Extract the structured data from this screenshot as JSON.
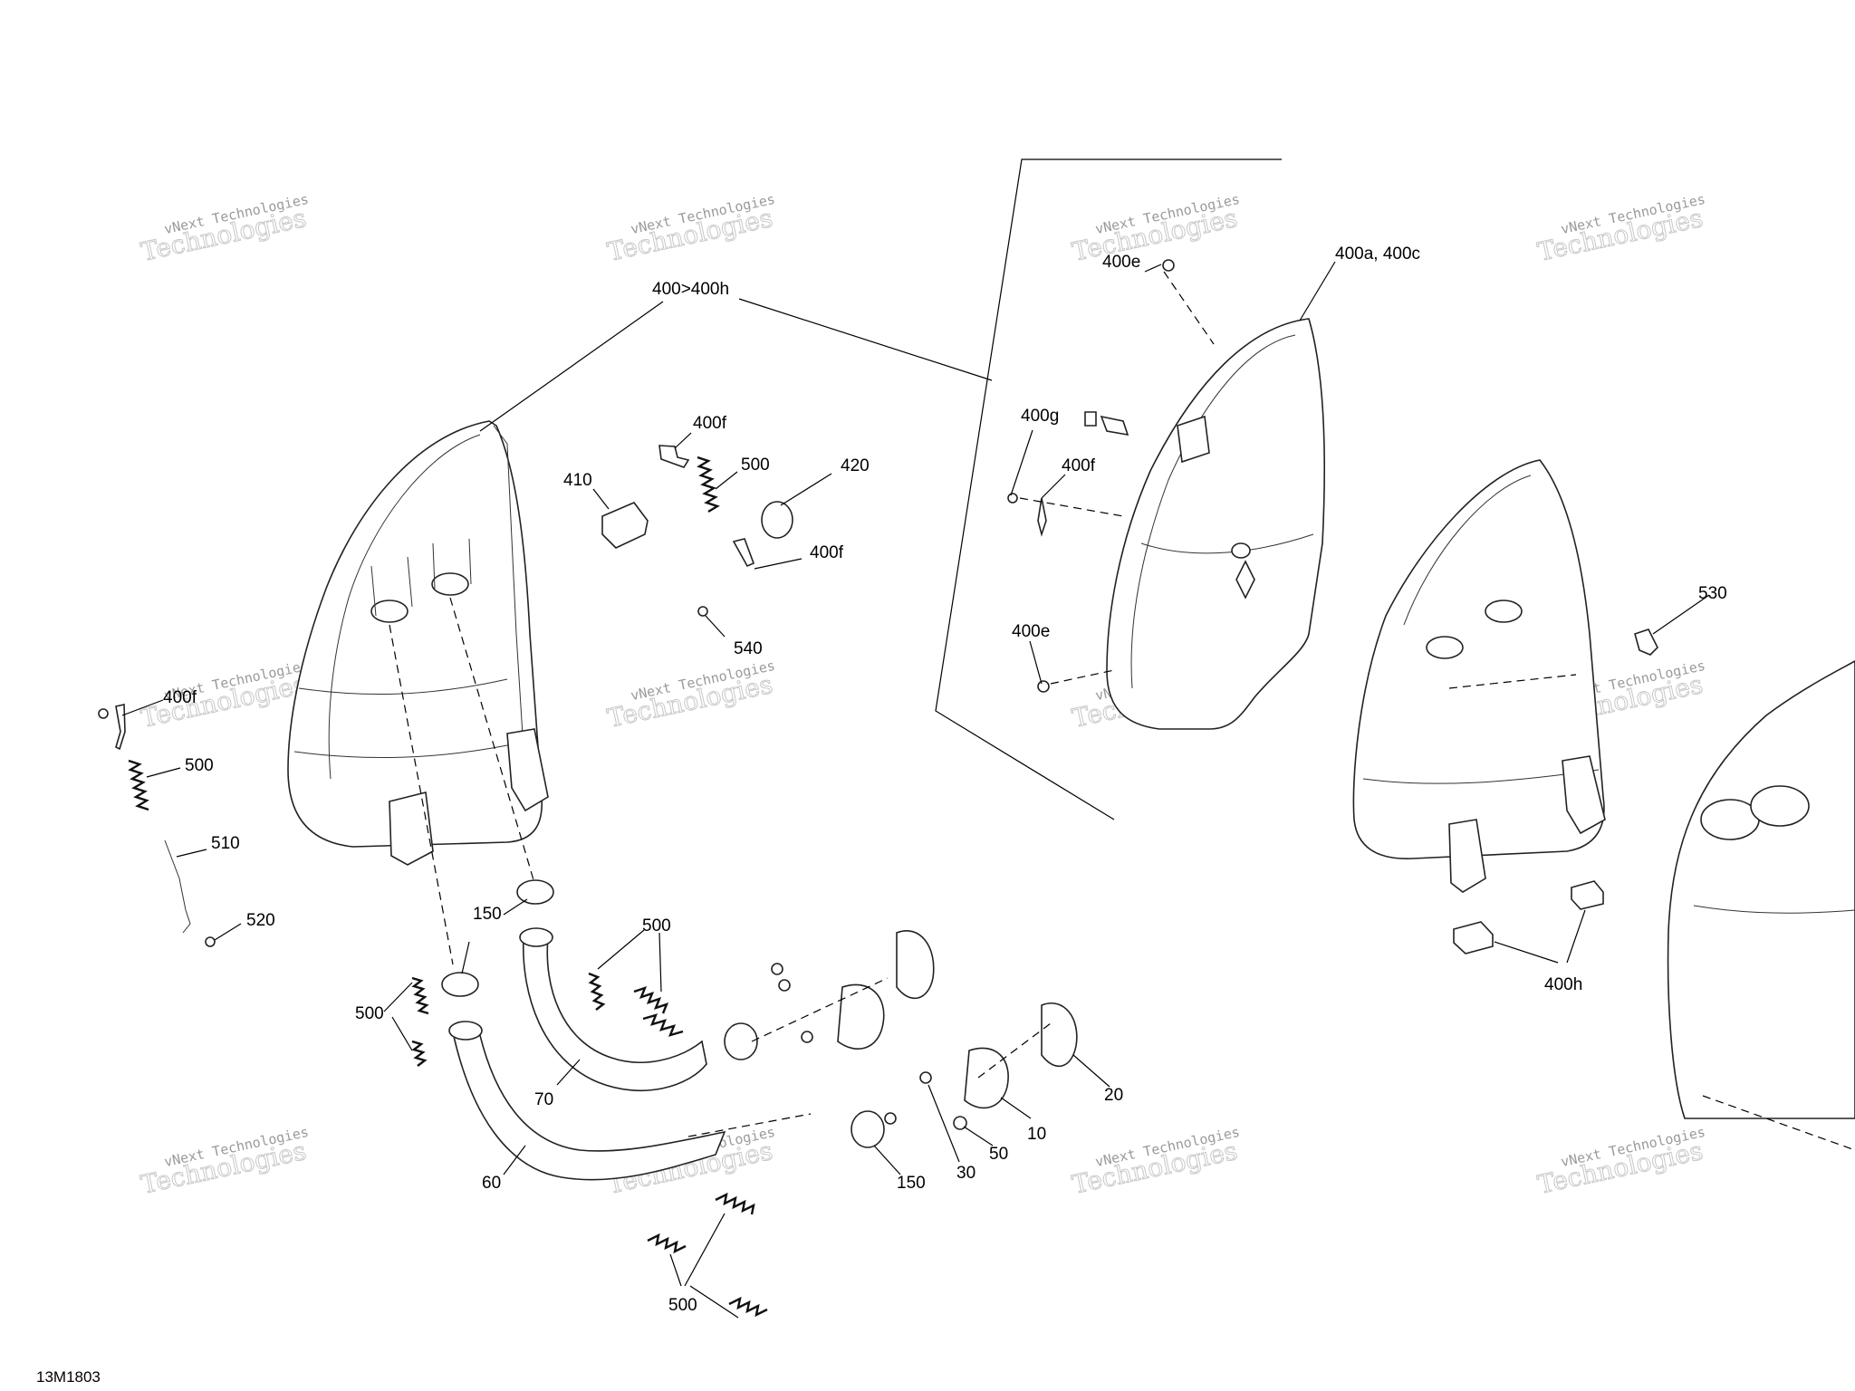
{
  "drawing_code": "13M1803",
  "watermark": {
    "line1": "vNext",
    "line2": "vNext Technologies",
    "line3": "Technologies"
  },
  "labels": {
    "assembly_range": "400>400h",
    "shell_ac": "400a, 400c",
    "clip_e_top": "400e",
    "clip_e_bottom": "400e",
    "pin_g": "400g",
    "bracket_f_detail": "400f",
    "bracket_f_top": "400f",
    "bracket_f_mid": "400f",
    "bracket_f_left": "400f",
    "spring_top": "500",
    "spring_left": "500",
    "spring_mid": "500",
    "spring_left_lower": "500",
    "spring_bottom": "500",
    "pad": "410",
    "cap": "420",
    "screw_540": "540",
    "rod": "510",
    "screw_520": "520",
    "tab": "530",
    "bumper": "400h",
    "ring_upper": "150",
    "ring_lower": "150",
    "pipe_60": "60",
    "pipe_70": "70",
    "flange": "10",
    "gasket": "20",
    "bolt": "30",
    "nut": "50"
  }
}
